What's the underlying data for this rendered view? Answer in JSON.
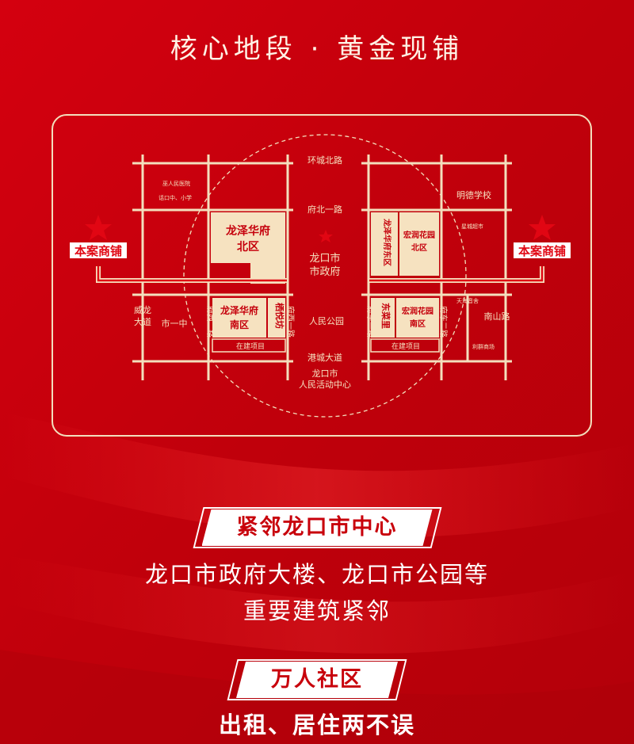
{
  "page": {
    "heading": "核心地段 · 黄金现铺",
    "colors": {
      "background": "#c5000c",
      "map_line": "#f3dfbd",
      "accent_red": "#e10613"
    }
  },
  "map": {
    "roads": {
      "north_ring": "环城北路",
      "fubei_1": "府北一路",
      "people_park": "人民公园",
      "gangcheng": "港城大道",
      "weilong_1": "威龙",
      "weilong_2": "大道",
      "fuxi_2": "府西二路",
      "fuxi_1": "府西一路",
      "fudong_1": "府东一路",
      "fudong_2": "府东二路",
      "nanshan": "南山路"
    },
    "places": {
      "city_gov_1": "龙口市",
      "city_gov_2": "市政府",
      "activity_center_1": "龙口市",
      "activity_center_2": "人民活动中心",
      "school_1": "市一中",
      "mingde": "明德学校",
      "small_1": "巫人民医院",
      "small_2": "话口中、小学",
      "small_3": "星城超市",
      "small_4": "天海音舍",
      "small_5": "利群商场"
    },
    "blocks": {
      "lzhf_north_1": "龙泽华府",
      "lzhf_north_2": "北区",
      "lzhf_south_1": "龙泽华府",
      "lzhf_south_2": "南区",
      "qiyue": "栖悦坊",
      "lzhf_east": "龙泽华府东区",
      "hongrun_north_1": "宏润花园",
      "hongrun_north_2": "北区",
      "hongrun_south_1": "宏润花园",
      "hongrun_south_2": "南区",
      "dongcaili": "东菜里",
      "under_construction": "在建项目"
    },
    "project_markers": {
      "left": "本案商铺",
      "right": "本案商铺"
    }
  },
  "sections": [
    {
      "title": "紧邻龙口市中心",
      "lines": [
        "龙口市政府大楼、龙口市公园等",
        "重要建筑紧邻"
      ]
    },
    {
      "title": "万人社区",
      "lines": [
        "出租、居住两不误"
      ]
    }
  ]
}
